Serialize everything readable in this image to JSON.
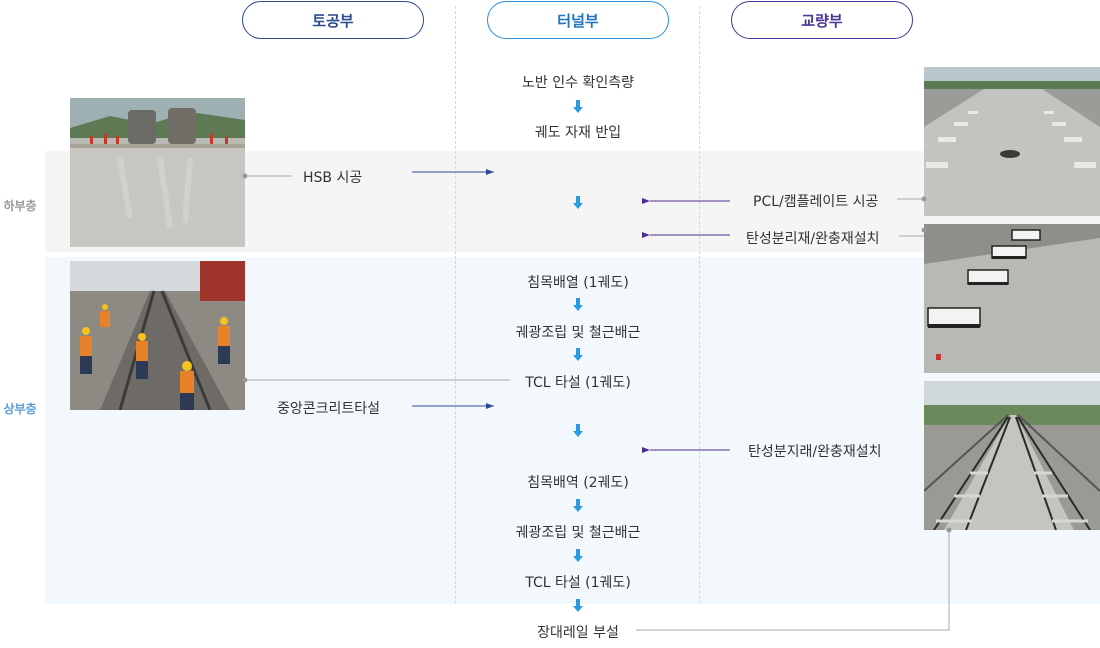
{
  "columns": [
    {
      "label": "토공부",
      "color": "#2d4a8f",
      "border": "#2d4a8f"
    },
    {
      "label": "터널부",
      "color": "#1f74c0",
      "border": "#2e8fd6"
    },
    {
      "label": "교량부",
      "color": "#4a3597",
      "border": "#4a3597"
    }
  ],
  "layers": {
    "lower": "하부층",
    "upper": "상부층"
  },
  "layer_colors": {
    "lower": "#999999",
    "upper": "#5a9fd8"
  },
  "center_steps": [
    "노반 인수 확인측량",
    "궤도 자재 반입",
    "침목배열 (1궤도)",
    "궤광조립 및 철근배근",
    "TCL 타설 (1궤도)",
    "침목배역 (2궤도)",
    "궤광조립 및 철근배근",
    "TCL 타설 (1궤도)",
    "장대레일 부설"
  ],
  "left_steps": {
    "hsb": "HSB 시공",
    "center_concrete": "중앙콘크리트타설"
  },
  "right_steps": {
    "pcl": "PCL/캠플레이트 시공",
    "elastic1": "탄성분리재/완충재설치",
    "elastic2": "탄성분지래/완충재설치"
  },
  "colors": {
    "down_arrow": "#2a9be0",
    "left_arrow": "#2d4a8f",
    "right_arrow": "#4a2d8f",
    "connector": "#aaaaaa"
  },
  "icons": {
    "down": "down-arrow-icon"
  }
}
